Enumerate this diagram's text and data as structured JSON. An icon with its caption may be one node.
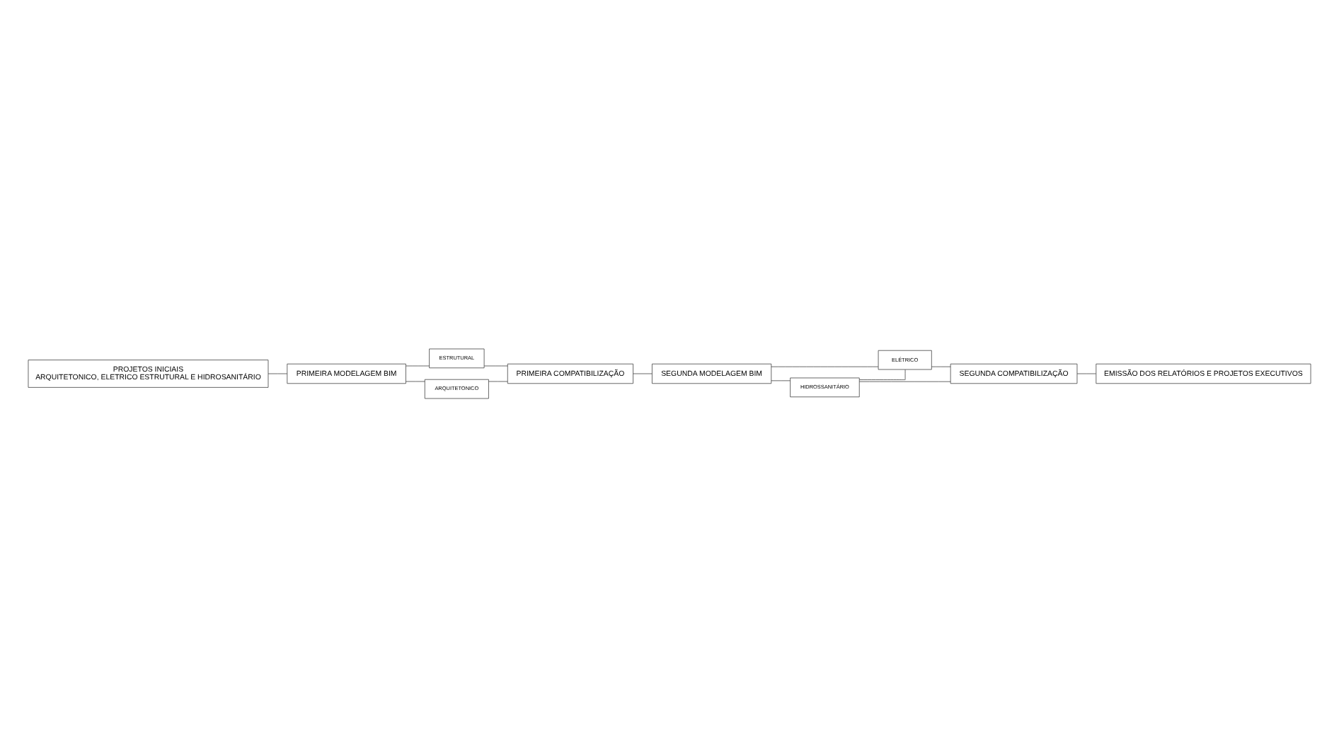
{
  "diagram": {
    "nodes": [
      {
        "text": [
          "PROJETOS INICIAIS",
          "ARQUITETONICO, ELETRICO ESTRUTURAL E HIDROSANITÁRIO"
        ]
      },
      {
        "text": [
          "PRIMEIRA MODELAGEM BIM"
        ]
      },
      {
        "text": [
          "ESTRUTURAL"
        ]
      },
      {
        "text": [
          "ARQUITETONICO"
        ]
      },
      {
        "text": [
          "PRIMEIRA COMPATIBILIZAÇÃO"
        ]
      },
      {
        "text": [
          "SEGUNDA MODELAGEM BIM"
        ]
      },
      {
        "text": [
          "HIDROSSANITÁRIO"
        ]
      },
      {
        "text": [
          "ELÉTRICO"
        ]
      },
      {
        "text": [
          "SEGUNDA COMPATIBILIZAÇÃO"
        ]
      },
      {
        "text": [
          "EMISSÃO DOS RELATÓRIOS E PROJETOS EXECUTIVOS"
        ]
      }
    ],
    "edges": [
      {
        "from": 0,
        "to": 1,
        "arrow": "none"
      },
      {
        "from": 1,
        "to": 2,
        "arrow": "none"
      },
      {
        "from": 1,
        "to": 3,
        "arrow": "none"
      },
      {
        "from": 2,
        "to": 4,
        "arrow": "none"
      },
      {
        "from": 3,
        "to": 4,
        "arrow": "none"
      },
      {
        "from": 4,
        "to": 5,
        "arrow": "none"
      },
      {
        "from": 5,
        "to": 6,
        "arrow": "none"
      },
      {
        "from": 5,
        "to": 7,
        "arrow": "none"
      },
      {
        "from": 6,
        "to": 7,
        "arrow": "none"
      },
      {
        "from": 6,
        "to": 8,
        "arrow": "none"
      },
      {
        "from": 7,
        "to": 8,
        "arrow": "none"
      },
      {
        "from": 8,
        "to": 9,
        "arrow": "none"
      }
    ]
  }
}
